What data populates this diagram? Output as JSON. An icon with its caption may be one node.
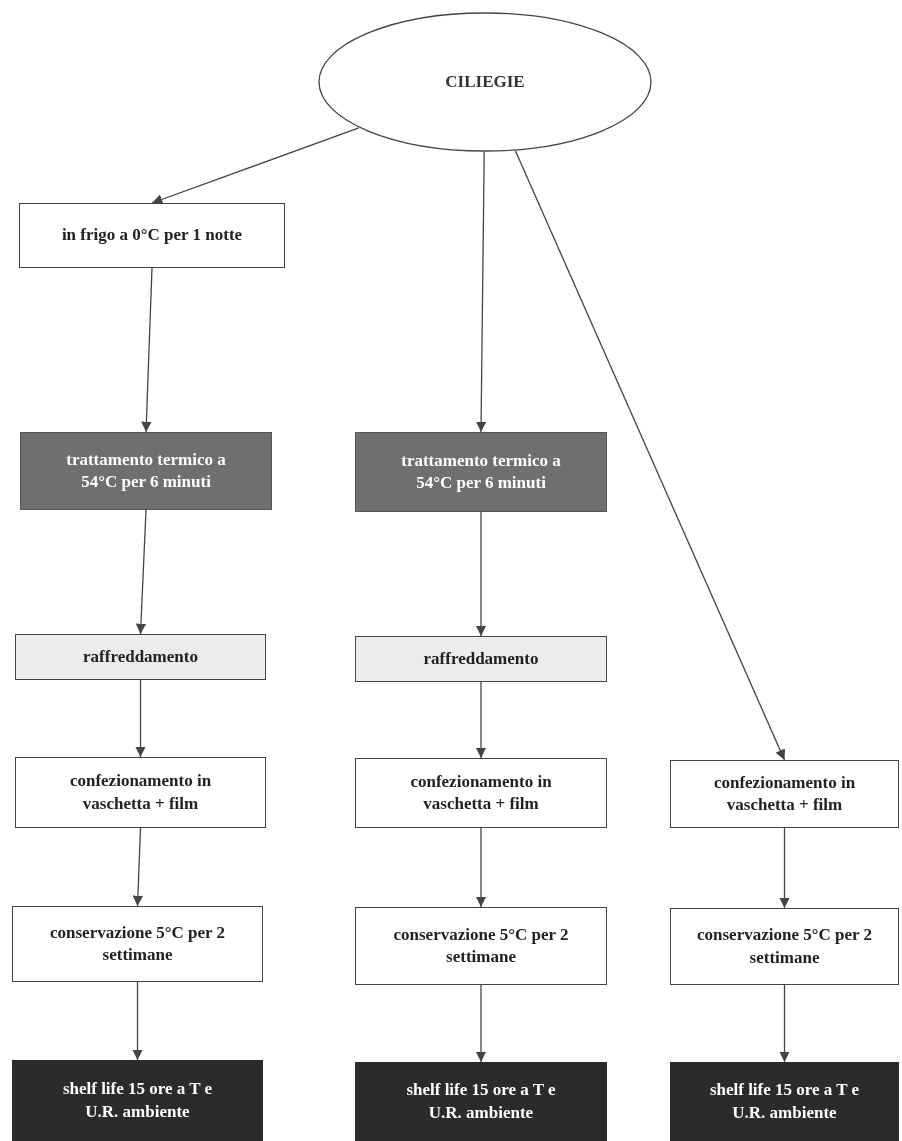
{
  "diagram": {
    "nodes": [
      {
        "text": [
          "CILIEGIE"
        ]
      },
      {
        "text": [
          "in frigo a 0°C per 1 notte"
        ]
      },
      {
        "text": [
          "trattamento termico a 54°C per 6 minuti"
        ]
      },
      {
        "text": [
          "raffreddamento"
        ]
      },
      {
        "text": [
          "confezionamento in vaschetta + film"
        ]
      },
      {
        "text": [
          "conservazione 5°C per 2 settimane"
        ]
      },
      {
        "text": [
          "shelf life 15 ore a T e U.R. ambiente"
        ]
      },
      {
        "text": [
          "trattamento termico a 54°C per 6 minuti"
        ]
      },
      {
        "text": [
          "raffreddamento"
        ]
      },
      {
        "text": [
          "confezionamento in vaschetta + film"
        ]
      },
      {
        "text": [
          "conservazione 5°C per 2 settimane"
        ]
      },
      {
        "text": [
          "shelf life 15 ore a T e U.R. ambiente"
        ]
      },
      {
        "text": [
          "confezionamento in vaschetta + film"
        ]
      },
      {
        "text": [
          "conservazione 5°C per 2 settimane"
        ]
      },
      {
        "text": [
          "shelf life 15 ore a T e U.R. ambiente"
        ]
      }
    ],
    "edges": [
      {
        "from": 0,
        "to": 1,
        "arrow": "to"
      },
      {
        "from": 1,
        "to": 2,
        "arrow": "to"
      },
      {
        "from": 2,
        "to": 3,
        "arrow": "to"
      },
      {
        "from": 3,
        "to": 4,
        "arrow": "to"
      },
      {
        "from": 4,
        "to": 5,
        "arrow": "to"
      },
      {
        "from": 5,
        "to": 6,
        "arrow": "to"
      },
      {
        "from": 0,
        "to": 7,
        "arrow": "to"
      },
      {
        "from": 7,
        "to": 8,
        "arrow": "to"
      },
      {
        "from": 8,
        "to": 9,
        "arrow": "to"
      },
      {
        "from": 9,
        "to": 10,
        "arrow": "to"
      },
      {
        "from": 10,
        "to": 11,
        "arrow": "to"
      },
      {
        "from": 0,
        "to": 12,
        "arrow": "to"
      },
      {
        "from": 12,
        "to": 13,
        "arrow": "to"
      },
      {
        "from": 13,
        "to": 14,
        "arrow": "to"
      }
    ]
  }
}
